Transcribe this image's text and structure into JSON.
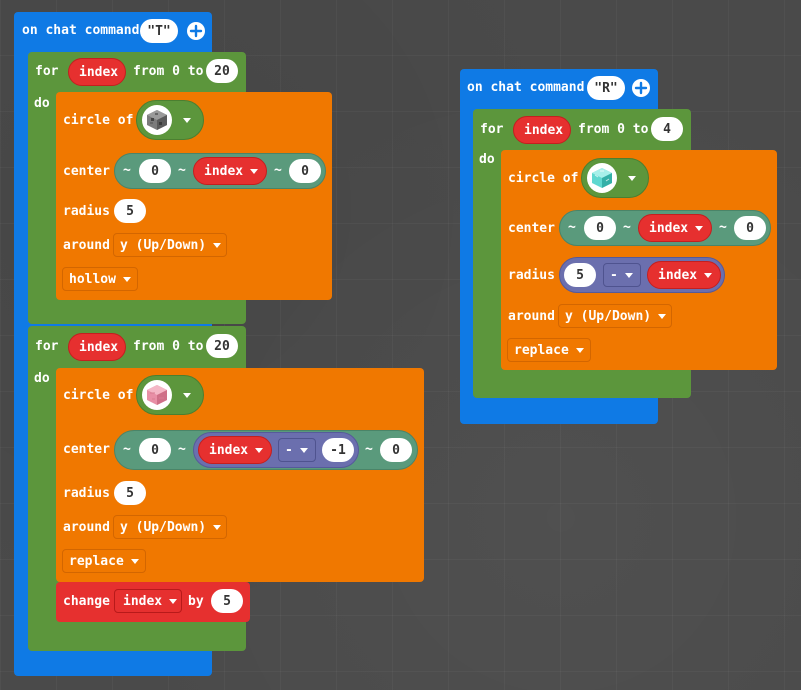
{
  "event_label": "on chat command",
  "script_t": {
    "command": "\"T\"",
    "loop1": {
      "for_label": "for",
      "var": "index",
      "from_label": "from 0 to",
      "to": "20",
      "do_label": "do",
      "circle": {
        "label": "circle of",
        "block_icon": "cobblestone-icon",
        "center_label": "center",
        "tilde": "~",
        "x": "0",
        "y_var": "index",
        "z": "0",
        "radius_label": "radius",
        "radius": "5",
        "around_label": "around",
        "around": "y (Up/Down)",
        "mode": "hollow"
      }
    },
    "loop2": {
      "for_label": "for",
      "var": "index",
      "from_label": "from 0 to",
      "to": "20",
      "do_label": "do",
      "circle": {
        "label": "circle of",
        "block_icon": "pink-wool-icon",
        "center_label": "center",
        "tilde": "~",
        "x": "0",
        "y_var": "index",
        "op": "-",
        "y_num": "-1",
        "z": "0",
        "radius_label": "radius",
        "radius": "5",
        "around_label": "around",
        "around": "y (Up/Down)",
        "mode": "replace"
      },
      "change": {
        "label": "change",
        "var": "index",
        "by_label": "by",
        "value": "5"
      }
    }
  },
  "script_r": {
    "command": "\"R\"",
    "loop": {
      "for_label": "for",
      "var": "index",
      "from_label": "from 0 to",
      "to": "4",
      "do_label": "do",
      "circle": {
        "label": "circle of",
        "block_icon": "diamond-block-icon",
        "center_label": "center",
        "tilde": "~",
        "x": "0",
        "y_var": "index",
        "z": "0",
        "radius_label": "radius",
        "radius_num": "5",
        "op": "-",
        "radius_var": "index",
        "around_label": "around",
        "around": "y (Up/Down)",
        "mode": "replace"
      }
    }
  },
  "colors": {
    "event": "#0f7ae5",
    "loop": "#5c963c",
    "blocks": "#f07800",
    "variables": "#e6302f",
    "positions": "#5a9a7c",
    "math": "#6b6fae"
  }
}
